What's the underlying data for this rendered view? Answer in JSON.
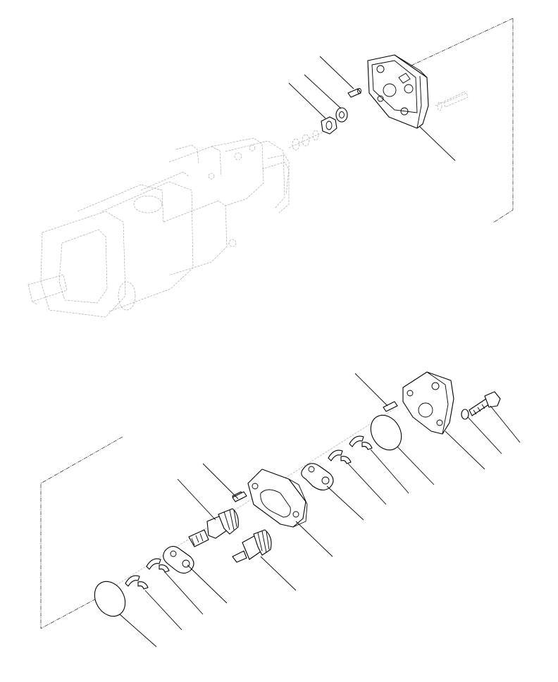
{
  "diagram": {
    "colors": {
      "line": "#000000",
      "ghost": "#9a9a9a",
      "background": "#ffffff"
    },
    "upper_view": {
      "parts": [
        "pin",
        "washer",
        "nut",
        "end-cover"
      ],
      "callout_count": 4
    },
    "lower_view": {
      "parts": [
        "pin",
        "drive-gear",
        "body",
        "driven-gear",
        "cover",
        "bolt",
        "washer",
        "seal",
        "backup-ring",
        "seal-ring",
        "thrust-plate"
      ],
      "callout_count": 14
    }
  }
}
